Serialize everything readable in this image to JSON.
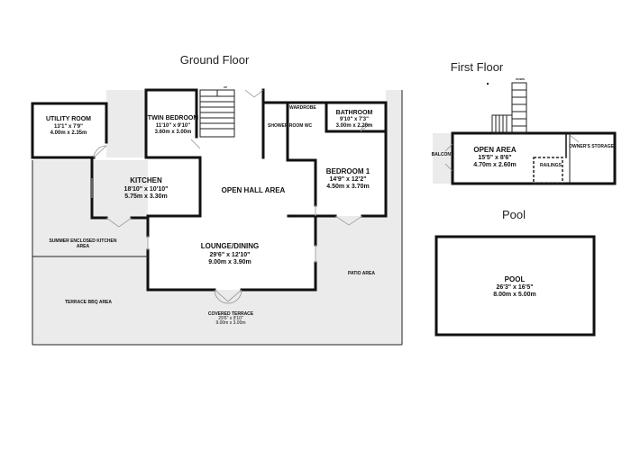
{
  "titles": {
    "ground_floor": "Ground Floor",
    "first_floor": "First Floor",
    "pool": "Pool"
  },
  "stair_labels": {
    "ground_up": "UP",
    "first_down": "DOWN"
  },
  "rooms": {
    "utility": {
      "name": "UTILITY ROOM",
      "imperial": "13'1\" x 7'9\"",
      "metric": "4.00m x 2.35m"
    },
    "twin_bedroom": {
      "name": "TWIN BEDROOM",
      "imperial": "11'10\" x 9'10\"",
      "metric": "3.60m x 3.00m"
    },
    "shower_room": {
      "name": "SHOWER ROOM WC"
    },
    "wardrobe": {
      "name": "WARDROBE"
    },
    "bathroom": {
      "name": "BATHROOM",
      "imperial": "9'10\" x 7'3\"",
      "metric": "3.00m x 2.20m"
    },
    "kitchen": {
      "name": "KITCHEN",
      "imperial": "18'10\" x 10'10\"",
      "metric": "5.75m x 3.30m"
    },
    "open_hall": {
      "name": "OPEN HALL AREA"
    },
    "bedroom1": {
      "name": "BEDROOM 1",
      "imperial": "14'9\" x 12'2\"",
      "metric": "4.50m x 3.70m"
    },
    "summer_kitchen": {
      "name_line1": "SUMMER ENCLOSED KITCHEN",
      "name_line2": "AREA"
    },
    "lounge": {
      "name": "LOUNGE/DINING",
      "imperial": "29'6\" x 12'10\"",
      "metric": "9.00m x 3.90m"
    },
    "terrace_bbq": {
      "name": "TERRACE BBQ AREA"
    },
    "patio": {
      "name": "PATIO AREA"
    },
    "covered_terrace": {
      "name": "COVERED TERRACE",
      "imperial": "29'6\" x 9'10\"",
      "metric": "9.00m x 3.00m"
    },
    "balcony": {
      "name": "BALCONY"
    },
    "open_area": {
      "name": "OPEN AREA",
      "imperial": "15'5\" x 8'6\"",
      "metric": "4.70m x 2.60m"
    },
    "owners_storage": {
      "name": "OWNER'S STORAGE"
    },
    "railings": {
      "name": "RAILINGS"
    },
    "pool": {
      "name": "POOL",
      "imperial": "26'3\" x 16'5\"",
      "metric": "8.00m x 5.00m"
    }
  }
}
